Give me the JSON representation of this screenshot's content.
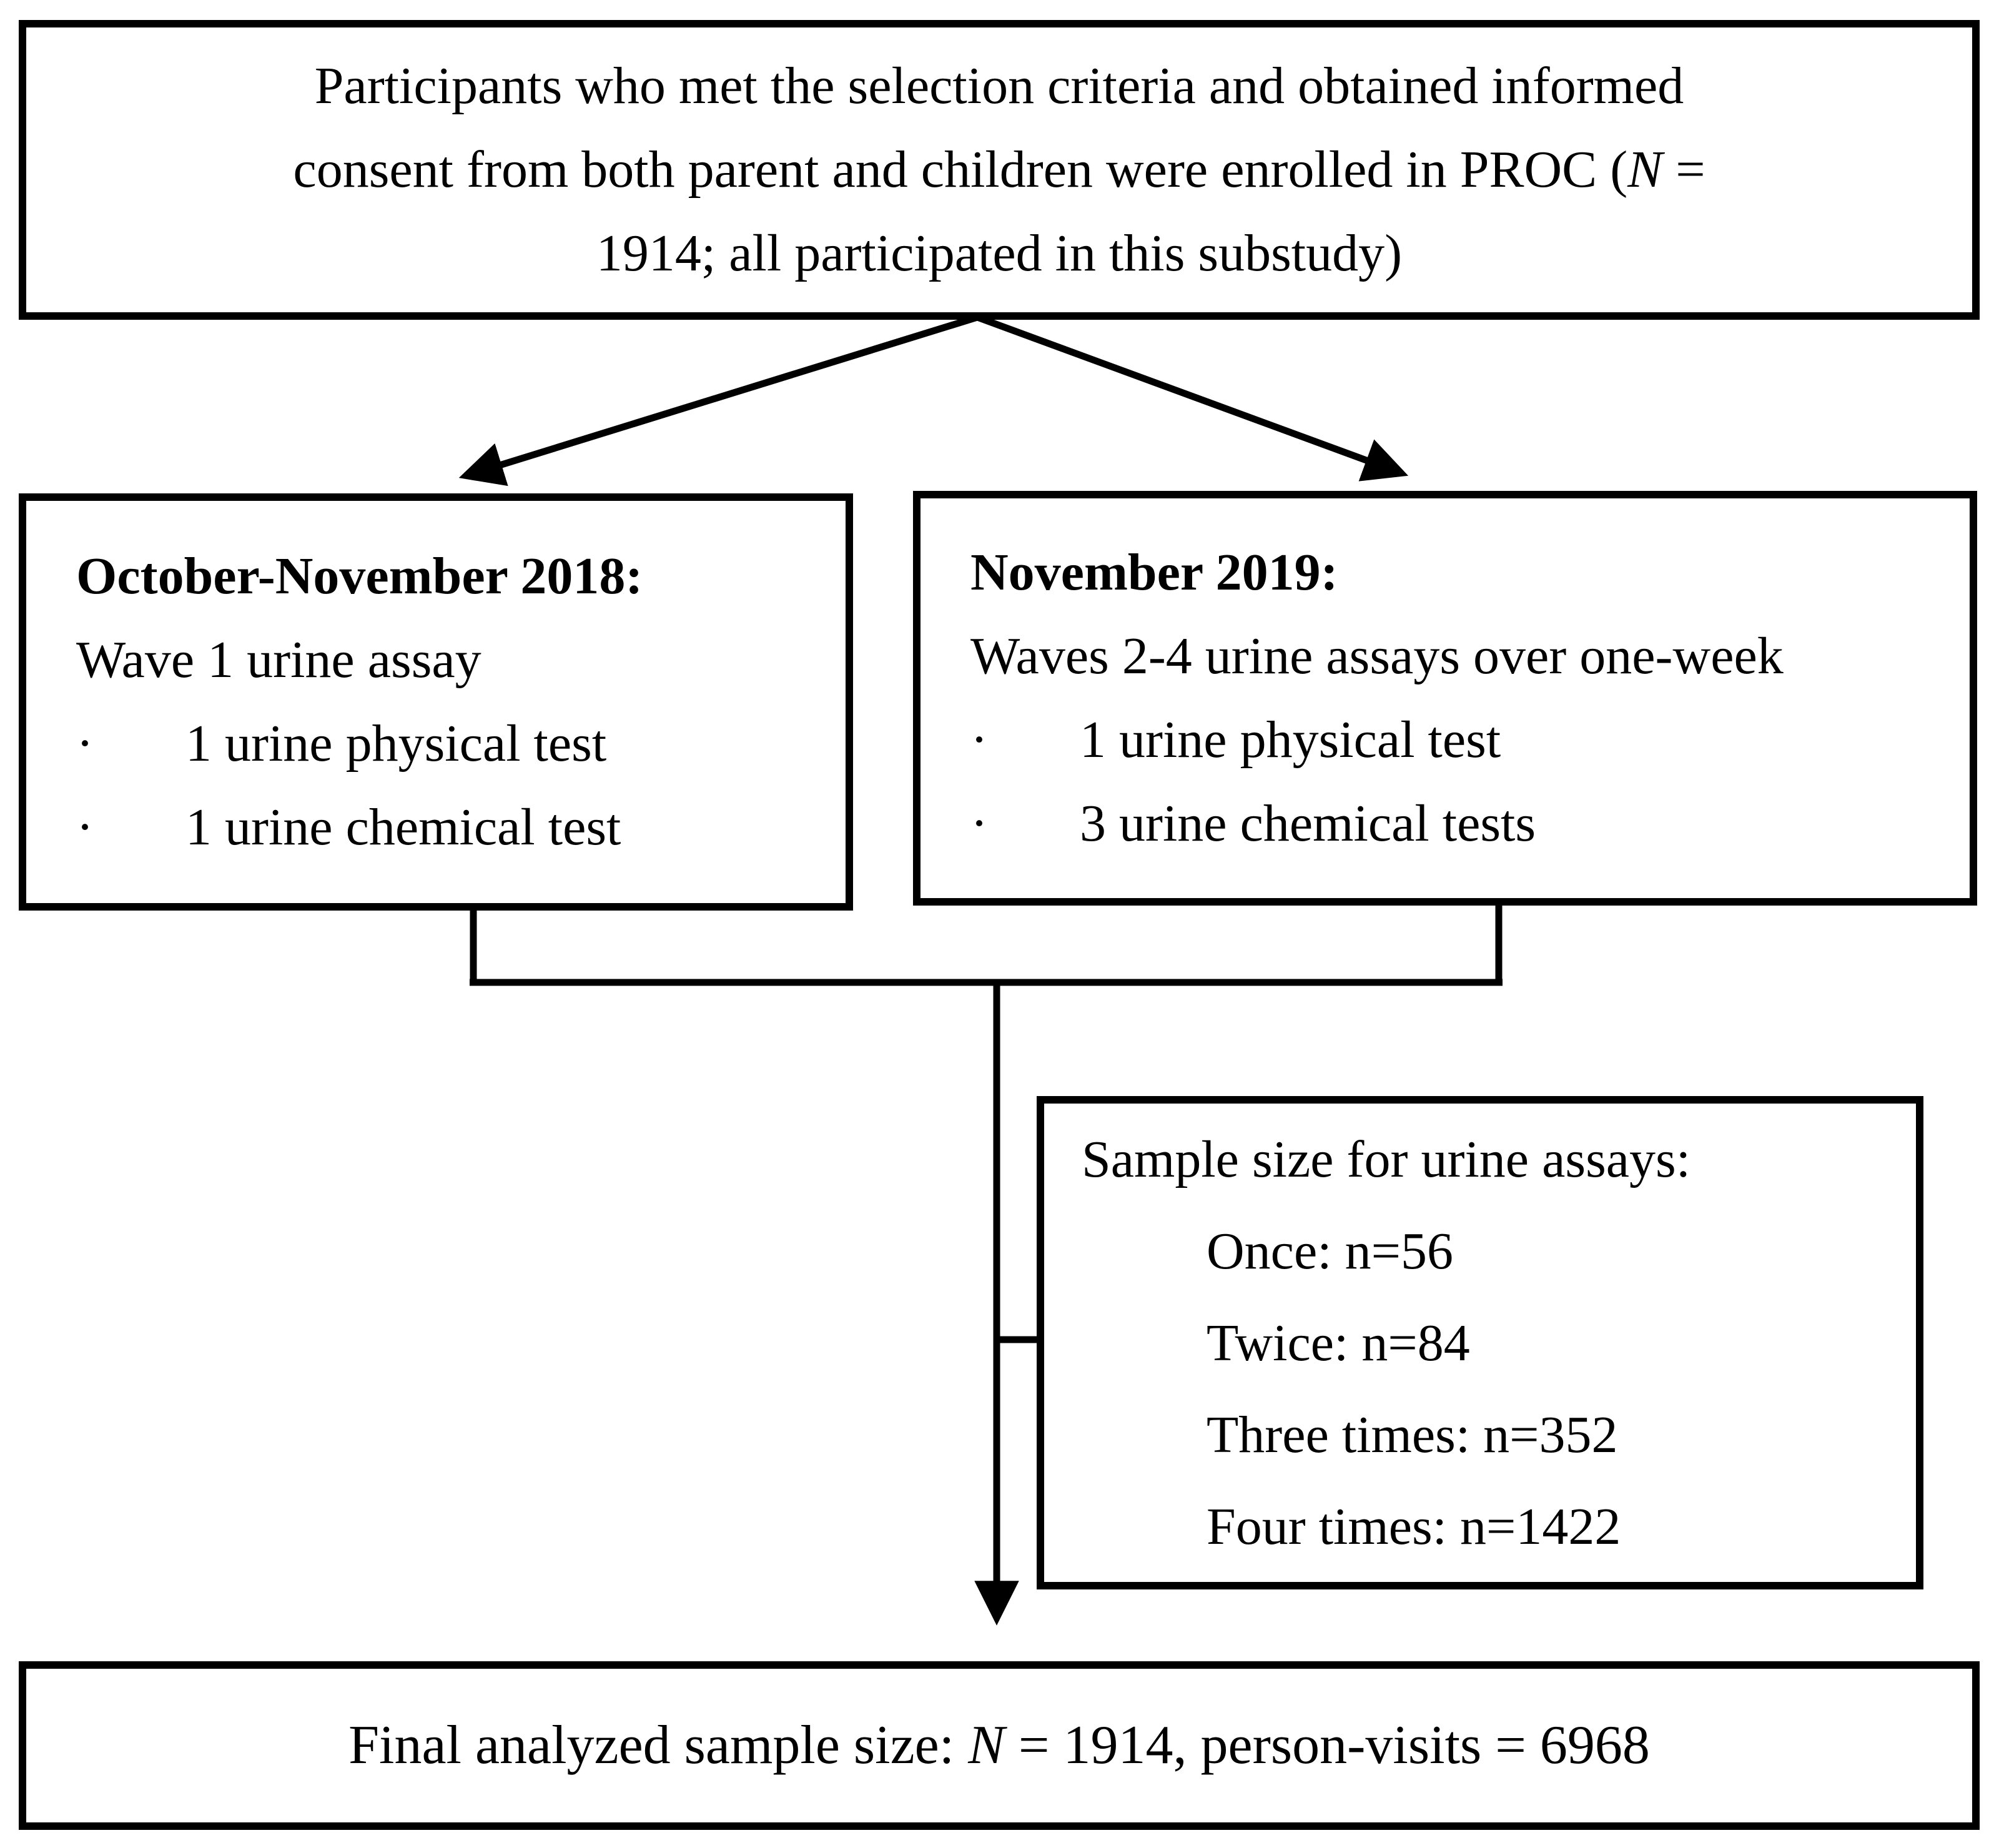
{
  "diagram": {
    "colors": {
      "line": "#000000",
      "background": "#ffffff",
      "text": "#000000"
    },
    "top_box": {
      "line1": "Participants who met the selection criteria and obtained informed",
      "line2_pre": "consent from both parent and children were enrolled in PROC (",
      "line2_italic": "N",
      "line2_post": " =",
      "line3": "1914; all participated in this substudy)"
    },
    "left_box": {
      "title": "October-November 2018:",
      "subtitle": "Wave 1 urine assay",
      "bullet_char": "·",
      "bullets": [
        "1 urine physical test",
        "1 urine chemical test"
      ]
    },
    "right_box": {
      "title": "November 2019:",
      "subtitle": "Waves 2-4 urine assays over one-week",
      "bullet_char": "·",
      "bullets": [
        "1 urine physical test",
        "3 urine chemical tests"
      ]
    },
    "sample_box": {
      "header": "Sample size for urine assays:",
      "items": [
        "Once: n=56",
        "Twice: n=84",
        "Three times: n=352",
        "Four times: n=1422"
      ]
    },
    "final_box": {
      "pre": "Final analyzed sample size: ",
      "italic": "N",
      "post": " = 1914, person-visits = 6968"
    }
  }
}
